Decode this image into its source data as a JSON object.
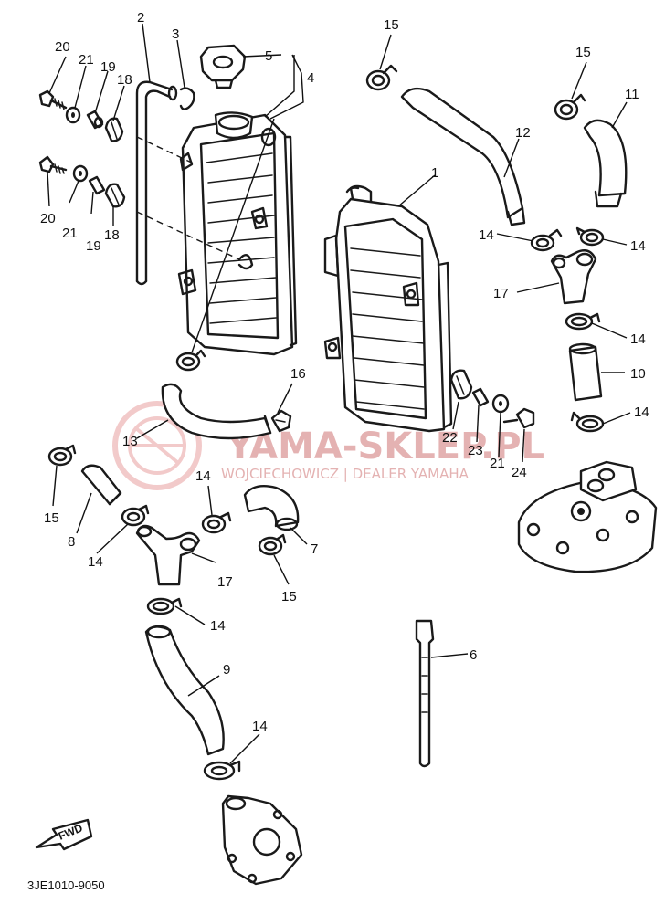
{
  "watermark": {
    "brand": "YAMA-SKLEP.PL",
    "tagline": "WOJCIECHOWICZ | DEALER YAMAHA"
  },
  "direction_marker": "FWD",
  "diagram_code": "3JE1010-9050",
  "callouts": {
    "c1": "1",
    "c2": "2",
    "c3": "3",
    "c4": "4",
    "c5": "5",
    "c6": "6",
    "c7": "7",
    "c8": "8",
    "c9": "9",
    "c10": "10",
    "c11": "11",
    "c12": "12",
    "c13": "13",
    "c14a": "14",
    "c14b": "14",
    "c14c": "14",
    "c14d": "14",
    "c14e": "14",
    "c14f": "14",
    "c14g": "14",
    "c15a": "15",
    "c15b": "15",
    "c15c": "15",
    "c15d": "15",
    "c16": "16",
    "c17a": "17",
    "c17b": "17",
    "c18a": "18",
    "c18b": "18",
    "c19a": "19",
    "c19b": "19",
    "c20a": "20",
    "c20b": "20",
    "c21a": "21",
    "c21b": "21",
    "c21c": "21",
    "c22": "22",
    "c23": "23",
    "c24": "24"
  },
  "colors": {
    "line": "#1a1a1a",
    "watermark": "#e4b2b2"
  }
}
